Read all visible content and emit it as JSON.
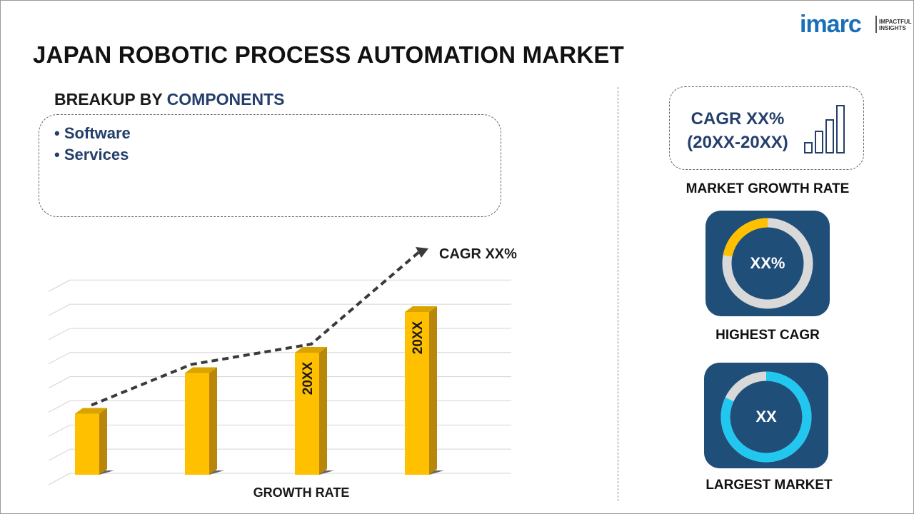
{
  "header": {
    "title": "JAPAN ROBOTIC PROCESS AUTOMATION MARKET",
    "logo_text": "imarc",
    "logo_tagline_1": "IMPACTFUL",
    "logo_tagline_2": "INSIGHTS"
  },
  "breakup": {
    "prefix": "BREAKUP BY ",
    "accent": "COMPONENTS",
    "items": [
      "Software",
      "Services"
    ]
  },
  "chart_data": {
    "type": "bar",
    "categories": [
      "",
      "",
      "",
      ""
    ],
    "values": [
      30,
      50,
      60,
      80
    ],
    "data_labels": [
      "",
      "",
      "20XX",
      "20XX"
    ],
    "xlabel": "GROWTH RATE",
    "ylabel": "",
    "ylim": [
      0,
      100
    ],
    "grid": true,
    "legend": "none",
    "bar_color": "#ffc000",
    "trend_annotation": "CAGR XX%"
  },
  "right_panel": {
    "cagr_line1": "CAGR XX%",
    "cagr_line2": "(20XX-20XX)",
    "market_growth_label": "MARKET GROWTH RATE",
    "highest_cagr": {
      "value": "XX%",
      "label": "HIGHEST CAGR",
      "fraction": 0.22,
      "color": "#ffc000",
      "track": "#d9d9d9"
    },
    "largest_market": {
      "value": "XX",
      "label": "LARGEST MARKET",
      "fraction": 0.82,
      "color": "#22c7f0",
      "track": "#d9d9d9"
    },
    "card_color": "#1f4e79"
  },
  "colors": {
    "accent": "#243f6a",
    "brand": "#1a6fb8"
  }
}
